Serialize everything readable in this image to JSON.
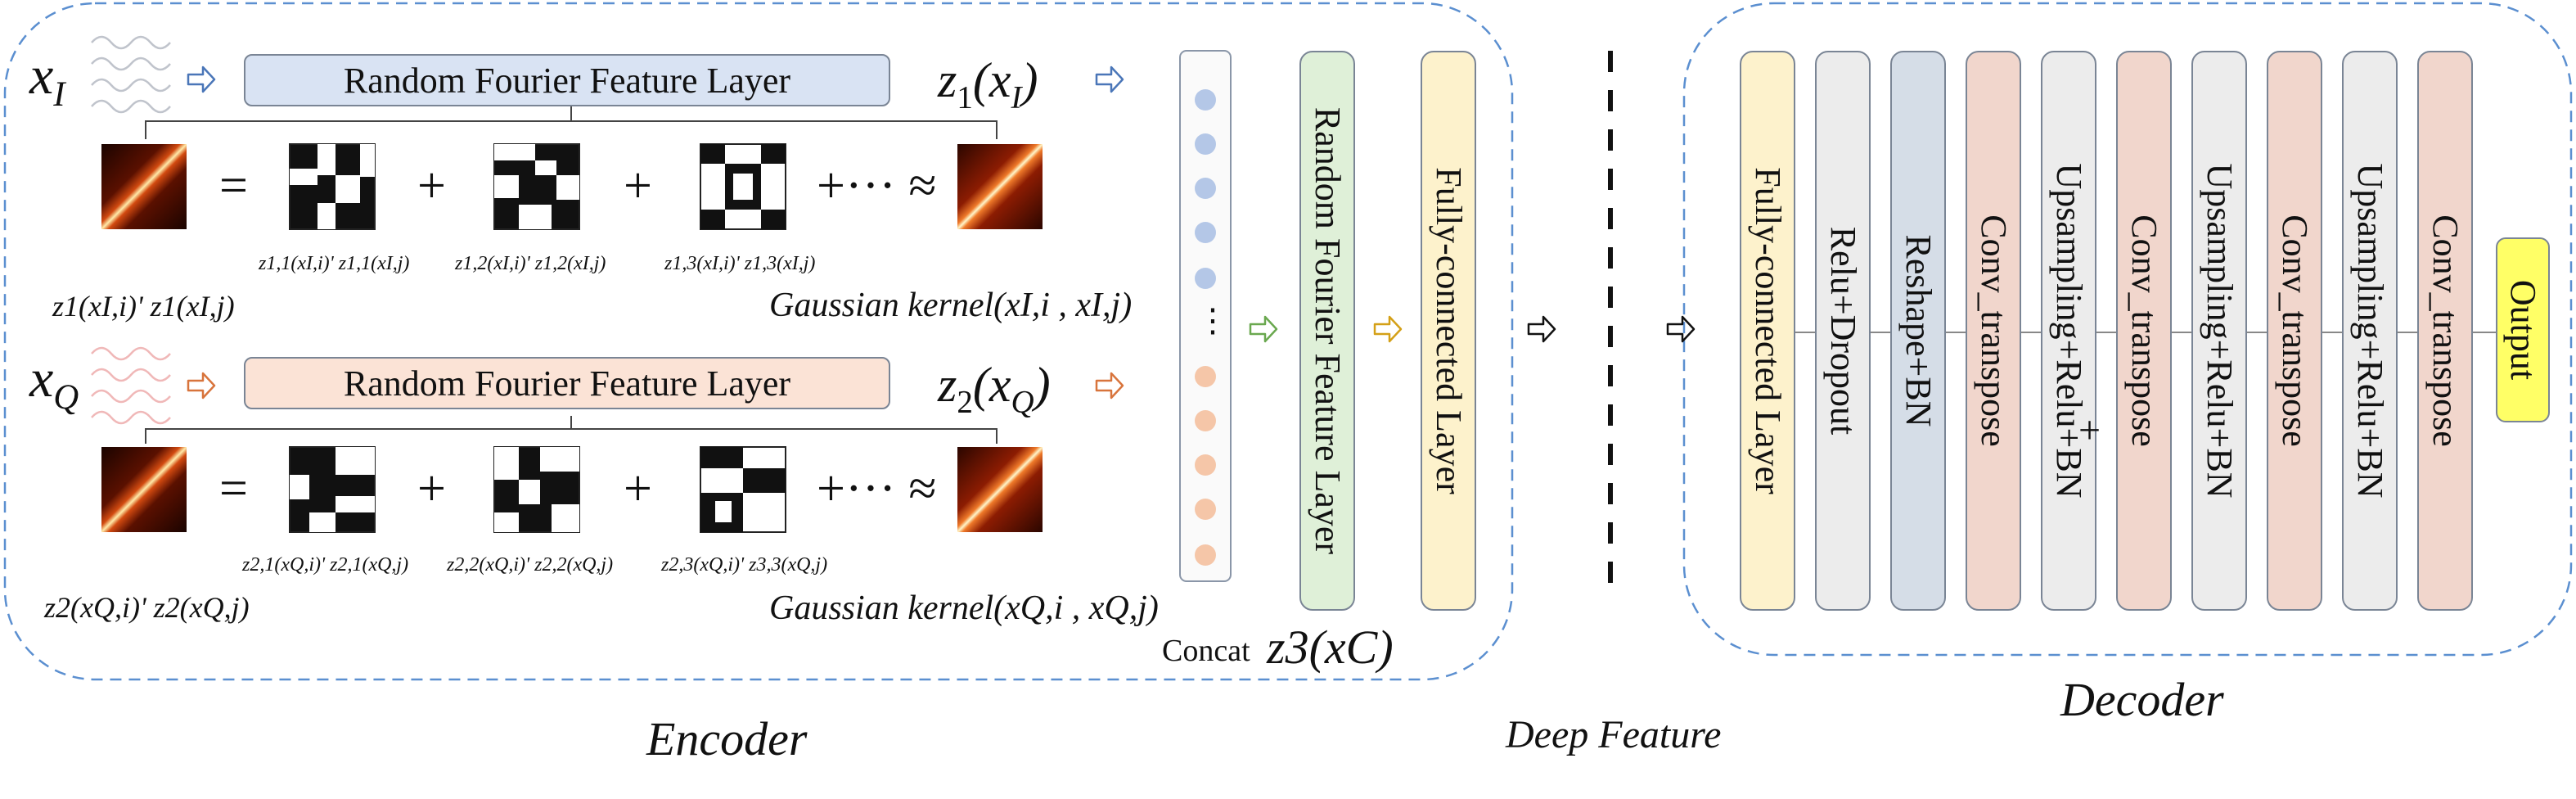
{
  "encoder": {
    "title": "Encoder",
    "rff_label_top": "Random Fourier Feature Layer",
    "rff_label_bottom": "Random Fourier Feature Layer",
    "input_top": "x",
    "input_top_sub": "I",
    "input_bottom": "x",
    "input_bottom_sub": "Q",
    "out_top": "z",
    "out_top_sub": "1",
    "out_top_arg": "(x",
    "out_top_arg_sub": "I",
    "out_bottom": "z",
    "out_bottom_sub": "2",
    "out_bottom_arg": "(x",
    "out_bottom_arg_sub": "Q",
    "equals": "=",
    "plus": "+",
    "ellipsis_approx": "+··· ≈",
    "top_terms": [
      "z1,1(xI,i)' z1,1(xI,j)",
      "z1,2(xI,i)' z1,2(xI,j)",
      "z1,3(xI,i)' z1,3(xI,j)"
    ],
    "bottom_terms": [
      "z2,1(xQ,i)' z2,1(xQ,j)",
      "z2,2(xQ,i)' z2,2(xQ,j)",
      "z2,3(xQ,i)' z3,3(xQ,j)"
    ],
    "top_kernel_left": "z1(xI,i)' z1(xI,j)",
    "top_kernel_right": "Gaussian kernel(xI,i , xI,j)",
    "bottom_kernel_left": "z2(xQ,i)' z2(xQ,j)",
    "bottom_kernel_right": "Gaussian kernel(xQ,i , xQ,j)",
    "concat_label": "Concat",
    "concat_output": "z3(xC)",
    "concat_dots": "⋮",
    "rff_vertical": "Random Fourier Feature Layer",
    "fc_vertical": "Fully-connected Layer"
  },
  "deep_feature": "Deep Feature",
  "decoder": {
    "title": "Decoder",
    "layers": [
      {
        "label": "Fully-connected Layer",
        "color": "#fdf2cc"
      },
      {
        "label": "Relu+Dropout",
        "color": "#ececec"
      },
      {
        "label": "Reshape+BN",
        "color": "#d5dde7"
      },
      {
        "label": "Conv_transpose",
        "color": "#f1d6cc"
      },
      {
        "label": "Upsampling+Relu+BN",
        "color": "#ececec"
      },
      {
        "label": "Conv_transpose",
        "color": "#f1d6cc"
      },
      {
        "label": "Upsampling+Relu+BN",
        "color": "#ececec"
      },
      {
        "label": "Conv_transpose",
        "color": "#f1d6cc"
      },
      {
        "label": "Upsampling+Relu+BN",
        "color": "#ececec"
      },
      {
        "label": "Conv_transpose",
        "color": "#f1d6cc"
      }
    ],
    "output_label": "Output",
    "output_color": "#ffff66",
    "stray_plus": "+"
  },
  "colors": {
    "blue_accent": "#4a76b8",
    "orange_accent": "#d8743c",
    "rff_top_fill": "#d9e3f3",
    "rff_bottom_fill": "#fbe3d6",
    "rff_vertical_fill": "#dff0d8",
    "fc_fill": "#fdf2cc",
    "dot_blue": "#b4c7e7",
    "dot_orange": "#f5c6a8",
    "dashed_border": "#5b8fd0"
  }
}
